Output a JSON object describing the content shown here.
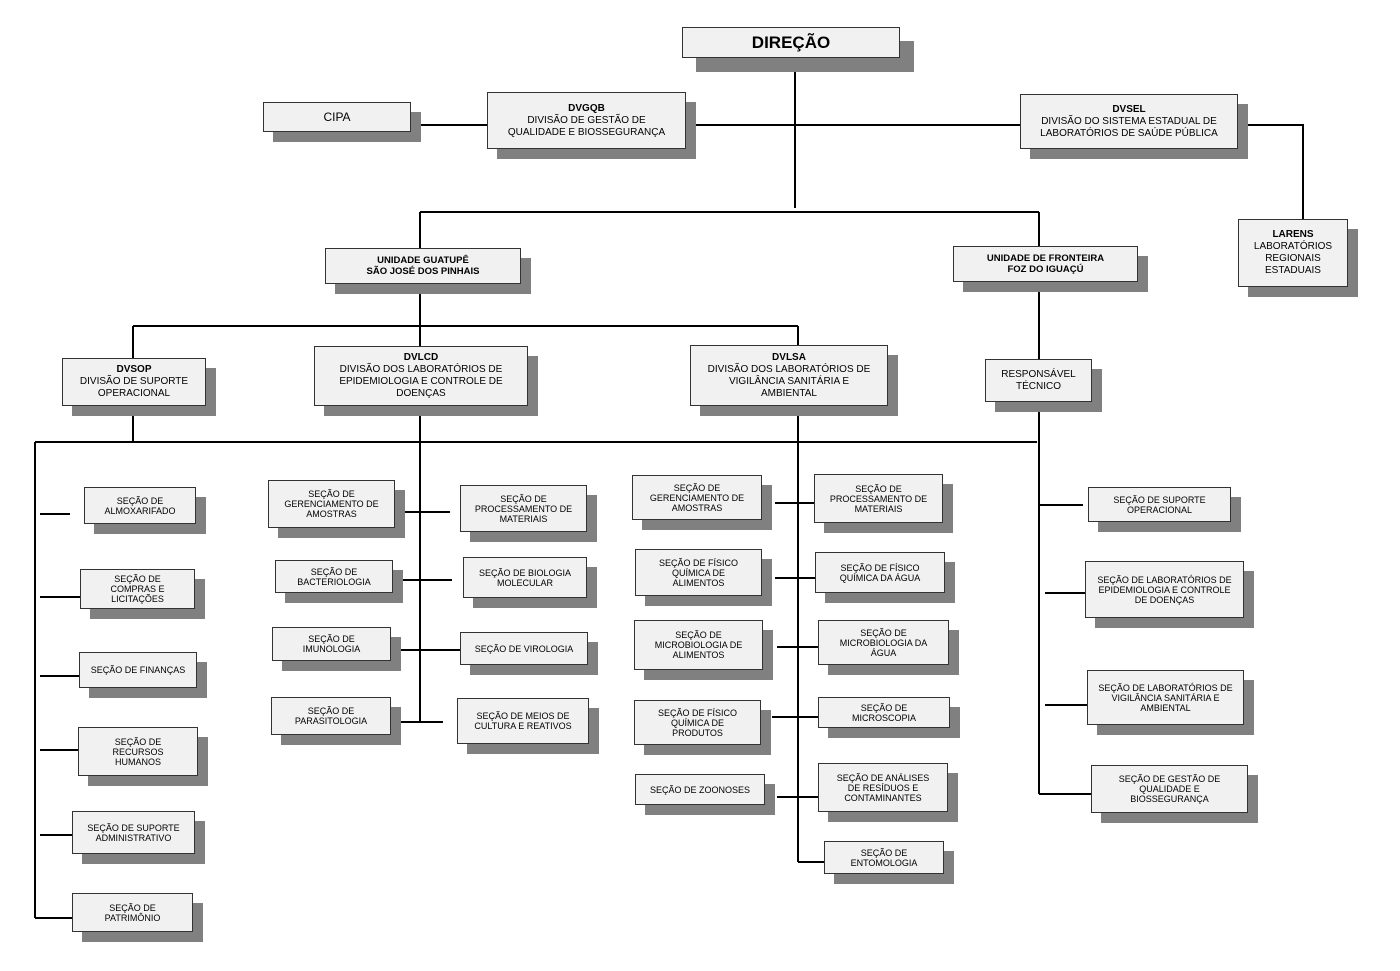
{
  "top": {
    "direcao": "DIREÇÃO",
    "cipa": "CIPA",
    "dvgqb": {
      "code": "DVGQB",
      "name": "DIVISÃO DE GESTÃO DE\nQUALIDADE E BIOSSEGURANÇA"
    },
    "dvsel": {
      "code": "DVSEL",
      "name": "DIVISÃO DO SISTEMA ESTADUAL DE\nLABORATÓRIOS DE SAÚDE PÚBLICA"
    },
    "larens": {
      "code": "LARENS",
      "name": "LABORATÓRIOS\nREGIONAIS\nESTADUAIS"
    }
  },
  "units": {
    "guatupe": "UNIDADE GUATUPÊ\nSÃO JOSÉ DOS PINHAIS",
    "fronteira": "UNIDADE DE FRONTEIRA\nFOZ DO IGUAÇÚ"
  },
  "divisions": {
    "dvsop": {
      "code": "DVSOP",
      "name": "DIVISÃO DE SUPORTE\nOPERACIONAL"
    },
    "dvlcd": {
      "code": "DVLCD",
      "name": "DIVISÃO DOS LABORATÓRIOS DE\nEPIDEMIOLOGIA E CONTROLE DE\nDOENÇAS"
    },
    "dvlsa": {
      "code": "DVLSA",
      "name": "DIVISÃO DOS LABORATÓRIOS DE\nVIGILÂNCIA SANITÁRIA E\nAMBIENTAL"
    },
    "responsavel": "RESPONSÁVEL\nTÉCNICO"
  },
  "dvsop_sections": [
    "SEÇÃO DE\nALMOXARIFADO",
    "SEÇÃO DE\nCOMPRAS E\nLICITAÇÕES",
    "SEÇÃO DE FINANÇAS",
    "SEÇÃO DE\nRECURSOS\nHUMANOS",
    "SEÇÃO DE SUPORTE\nADMINISTRATIVO",
    "SEÇÃO DE\nPATRIMÔNIO"
  ],
  "dvlcd_left": [
    "SEÇÃO DE\nGERENCIAMENTO DE\nAMOSTRAS",
    "SEÇÃO DE\nBACTERIOLOGIA",
    "SEÇÃO DE\nIMUNOLOGIA",
    "SEÇÃO DE\nPARASITOLOGIA"
  ],
  "dvlcd_right": [
    "SEÇÃO DE\nPROCESSAMENTO DE\nMATERIAIS",
    "SEÇÃO DE BIOLOGIA\nMOLECULAR",
    "SEÇÃO DE VIROLOGIA",
    "SEÇÃO DE MEIOS DE\nCULTURA E REATIVOS"
  ],
  "dvlsa_left": [
    "SEÇÃO DE\nGERENCIAMENTO DE\nAMOSTRAS",
    "SEÇÃO DE FÍSICO\nQUÍMICA DE\nALIMENTOS",
    "SEÇÃO DE\nMICROBIOLOGIA DE\nALIMENTOS",
    "SEÇÃO DE FÍSICO\nQUÍMICA DE\nPRODUTOS",
    "SEÇÃO DE ZOONOSES"
  ],
  "dvlsa_right": [
    "SEÇÃO DE\nPROCESSAMENTO DE\nMATERIAIS",
    "SEÇÃO DE FÍSICO\nQUÍMICA DA ÁGUA",
    "SEÇÃO DE\nMICROBIOLOGIA DA\nÁGUA",
    "SEÇÃO DE\nMICROSCOPIA",
    "SEÇÃO DE ANÁLISES\nDE RESÍDUOS E\nCONTAMINANTES",
    "SEÇÃO DE\nENTOMOLOGIA"
  ],
  "fronteira_sections": [
    "SEÇÃO DE SUPORTE\nOPERACIONAL",
    "SEÇÃO DE LABORATÓRIOS DE\nEPIDEMIOLOGIA E CONTROLE\nDE DOENÇAS",
    "SEÇÃO DE LABORATÓRIOS DE\nVIGILÂNCIA SANITÁRIA E\nAMBIENTAL",
    "SEÇÃO DE GESTÃO DE\nQUALIDADE E\nBIOSSEGURANÇA"
  ]
}
